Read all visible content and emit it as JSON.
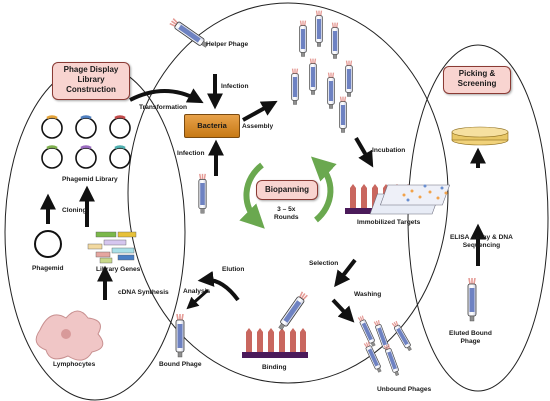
{
  "titles": {
    "construction": [
      "Phage Display",
      "Library",
      "Construction"
    ],
    "picking": [
      "Picking &",
      "Screening"
    ],
    "biopanning": "Biopanning",
    "rounds": [
      "3 – 5x",
      "Rounds"
    ]
  },
  "nodes": {
    "bacteria": "Bacteria",
    "helper_phage": "Helper Phage",
    "phagemid_library": "Phagemid Library",
    "phagemid": "Phagemid",
    "library_genes": "Library Genes",
    "lymphocytes": "Lymphocytes",
    "immobilized_targets": "Immobilized Targets",
    "binding": "Binding",
    "bound_phage": "Bound Phage",
    "unbound_phages": "Unbound Phages",
    "eluted_bound_phage": [
      "Eluted Bound",
      "Phage"
    ],
    "elisa": [
      "ELISA Assay & DNA",
      "Sequencing"
    ]
  },
  "steps": {
    "transformation": "Transformation",
    "infection_top": "Infection",
    "infection_left": "Infection",
    "assembly": "Assembly",
    "incubation": "Incubation",
    "selection": "Selection",
    "washing": "Washing",
    "elution": "Elution",
    "analysis": "Analysis",
    "cloning": "Cloning",
    "cdna_synthesis": "cDNA Synthesis"
  },
  "colors": {
    "title_fill": "#f8d4d0",
    "bacteria": "#d98a2b",
    "target_wells": "#c9675f",
    "target_base": "#4b1a5a",
    "cycle_arrows": "#6aa84f",
    "phage_tube": "#5a6fb0"
  }
}
